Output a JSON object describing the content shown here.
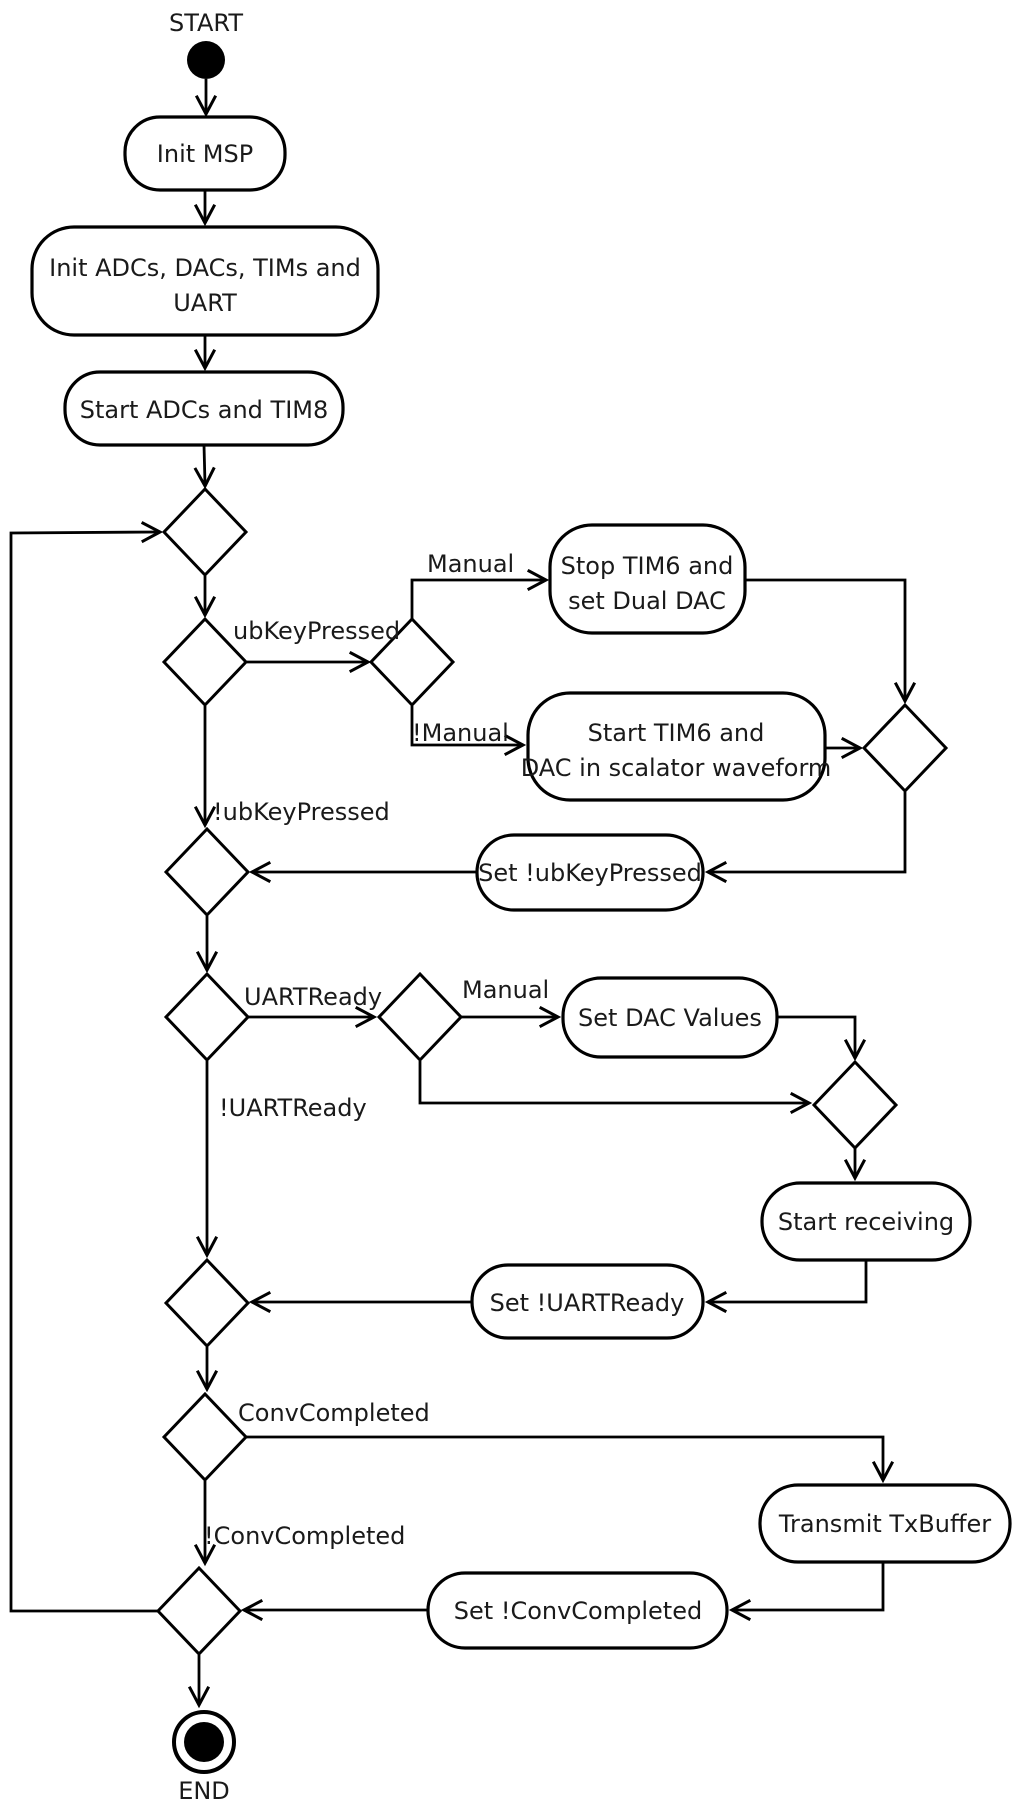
{
  "diagram": {
    "type": "uml-activity-flowchart",
    "background_color": "#ffffff",
    "stroke_color": "#000000",
    "start": {
      "label": "START"
    },
    "end": {
      "label": "END"
    },
    "nodes": {
      "init_msp": {
        "label": "Init MSP"
      },
      "init_peripherals": {
        "line1": "Init ADCs, DACs, TIMs and",
        "line2": "UART"
      },
      "start_adcs": {
        "label": "Start ADCs and TIM8"
      },
      "stop_tim6": {
        "line1": "Stop TIM6 and",
        "line2": "set Dual DAC"
      },
      "start_tim6": {
        "line1": "Start TIM6 and",
        "line2": "DAC in scalator waveform"
      },
      "set_ubkeypressed": {
        "label": "Set !ubKeyPressed"
      },
      "set_dac_values": {
        "label": "Set DAC Values"
      },
      "start_receiving": {
        "label": "Start receiving"
      },
      "set_uartready": {
        "label": "Set !UARTReady"
      },
      "transmit_txbuffer": {
        "label": "Transmit TxBuffer"
      },
      "set_convcompleted": {
        "label": "Set !ConvCompleted"
      }
    },
    "edge_labels": {
      "ubkeypressed": "ubKeyPressed",
      "manual_1": "Manual",
      "not_manual": "!Manual",
      "not_ubkeypressed": "!ubKeyPressed",
      "uartready": "UARTReady",
      "manual_2": "Manual",
      "not_uartready": "!UARTReady",
      "convcompleted": "ConvCompleted",
      "not_convcompleted": "!ConvCompleted"
    }
  }
}
